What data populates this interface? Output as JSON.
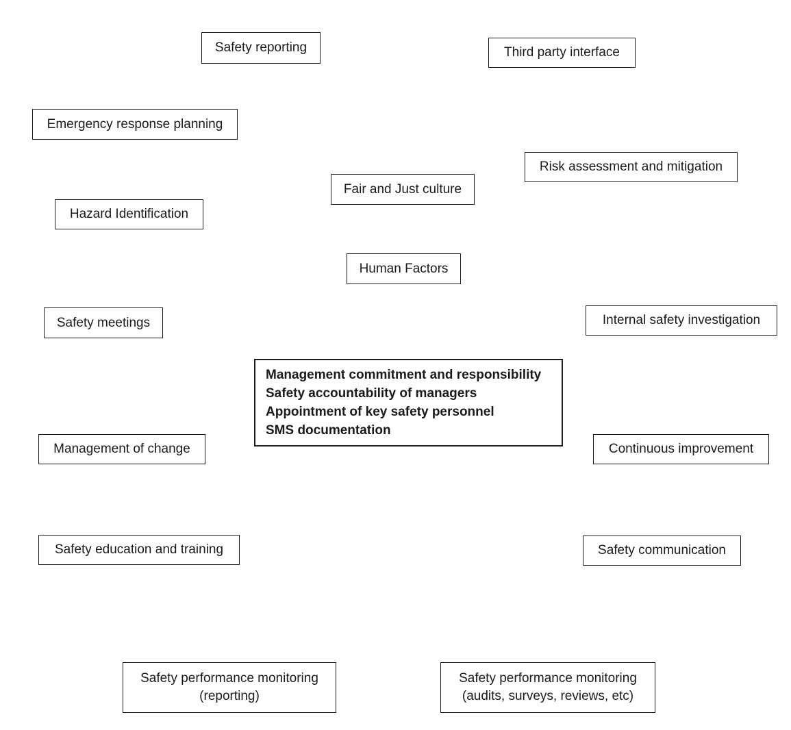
{
  "colors": {
    "background": "#ffffff",
    "border": "#1a1a1a",
    "text": "#1a1a1a"
  },
  "boxes": [
    {
      "label": "Safety reporting"
    },
    {
      "label": "Third party interface"
    },
    {
      "label": "Emergency response planning"
    },
    {
      "label": "Risk assessment and mitigation"
    },
    {
      "label": "Fair and Just culture"
    },
    {
      "label": "Hazard Identification"
    },
    {
      "label": "Human Factors"
    },
    {
      "label": "Safety meetings"
    },
    {
      "label": "Internal safety investigation"
    },
    {
      "label": "Management of change"
    },
    {
      "label": "Continuous improvement"
    },
    {
      "label": "Safety education and training"
    },
    {
      "label": "Safety communication"
    }
  ],
  "center_box": {
    "lines": [
      "Management commitment and responsibility",
      "Safety accountability of managers",
      "Appointment of key safety personnel",
      "SMS documentation"
    ]
  },
  "bottom_boxes": [
    {
      "lines": [
        "Safety performance monitoring",
        "(reporting)"
      ]
    },
    {
      "lines": [
        "Safety performance monitoring",
        "(audits, surveys, reviews, etc)"
      ]
    }
  ]
}
